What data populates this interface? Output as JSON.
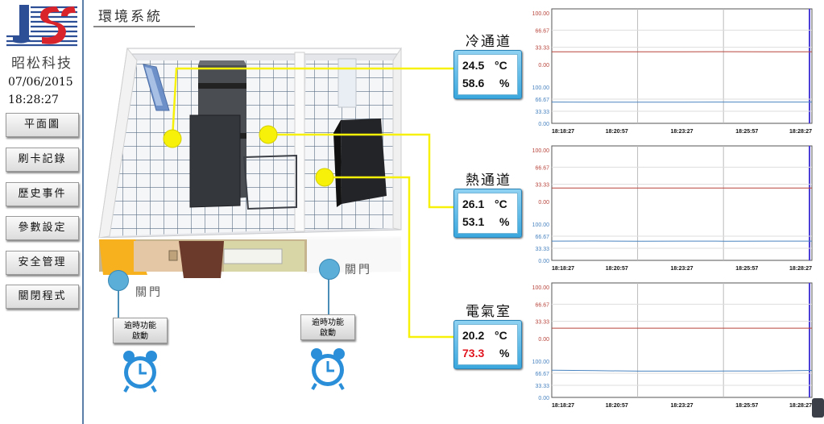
{
  "sidebar": {
    "company": "昭松科技",
    "date": "07/06/2015",
    "time": "18:28:27",
    "nav": [
      "平面圖",
      "刷卡記錄",
      "歷史事件",
      "參數設定",
      "安全管理",
      "關閉程式"
    ]
  },
  "title": "環境系統",
  "sensors": [
    {
      "name": "冷通道",
      "temp": "24.5",
      "temp_unit": "°C",
      "hum": "58.6",
      "hum_unit": "%",
      "hum_color": "#111111"
    },
    {
      "name": "熱通道",
      "temp": "26.1",
      "temp_unit": "°C",
      "hum": "53.1",
      "hum_unit": "%",
      "hum_color": "#111111"
    },
    {
      "name": "電氣室",
      "temp": "20.2",
      "temp_unit": "°C",
      "hum": "73.3",
      "hum_unit": "%",
      "hum_color": "#e0141e"
    }
  ],
  "doors": {
    "left": {
      "label": "關門",
      "button": [
        "逾時功能",
        "啟動"
      ]
    },
    "right": {
      "label": "關門",
      "button": [
        "逾時功能",
        "啟動"
      ]
    }
  },
  "colors": {
    "accent": "#3aa7dd",
    "temp_line": "#b8453c",
    "hum_line": "#4a84c0",
    "highlight": "#f7f10a"
  },
  "chart_data": [
    {
      "type": "line",
      "x": [
        "18:18:27",
        "18:20:57",
        "18:23:27",
        "18:25:57",
        "18:28:27"
      ],
      "temp_axis_ticks": [
        "100.00",
        "66.67",
        "33.33",
        "0.00"
      ],
      "hum_axis_ticks": [
        "100.00",
        "66.67",
        "33.33",
        "0.00"
      ],
      "series": [
        {
          "values": [
            24.5,
            24.5,
            24.5,
            24.5,
            24.8,
            24.5,
            24.5
          ],
          "color": "#b8453c",
          "axis": "temp"
        },
        {
          "values": [
            58.6,
            58.4,
            58.2,
            58.4,
            58.6,
            58.6,
            58.6
          ],
          "color": "#4a84c0",
          "axis": "hum"
        }
      ],
      "ylim": [
        0,
        100
      ],
      "grid": true
    },
    {
      "type": "line",
      "x": [
        "18:18:27",
        "18:20:57",
        "18:23:27",
        "18:25:57",
        "18:28:27"
      ],
      "temp_axis_ticks": [
        "100.00",
        "66.67",
        "33.33",
        "0.00"
      ],
      "hum_axis_ticks": [
        "100.00",
        "66.67",
        "33.33",
        "0.00"
      ],
      "series": [
        {
          "values": [
            26.1,
            26.1,
            26.1,
            26.1,
            26.1,
            26.1,
            26.1
          ],
          "color": "#b8453c",
          "axis": "temp"
        },
        {
          "values": [
            53.1,
            53.3,
            53.0,
            53.1,
            53.0,
            53.1,
            53.1
          ],
          "color": "#4a84c0",
          "axis": "hum"
        }
      ],
      "ylim": [
        0,
        100
      ],
      "grid": true
    },
    {
      "type": "line",
      "x": [
        "18:18:27",
        "18:20:57",
        "18:23:27",
        "18:25:57",
        "18:28:27"
      ],
      "temp_axis_ticks": [
        "100.00",
        "66.67",
        "33.33",
        "0.00"
      ],
      "hum_axis_ticks": [
        "100.00",
        "66.67",
        "33.33",
        "0.00"
      ],
      "series": [
        {
          "values": [
            20.2,
            20.2,
            20.2,
            20.2,
            20.2,
            20.2,
            20.2
          ],
          "color": "#b8453c",
          "axis": "temp"
        },
        {
          "values": [
            75.0,
            73.8,
            72.5,
            72.4,
            72.6,
            73.0,
            74.5
          ],
          "color": "#4a84c0",
          "axis": "hum"
        }
      ],
      "ylim": [
        0,
        100
      ],
      "grid": true
    }
  ]
}
